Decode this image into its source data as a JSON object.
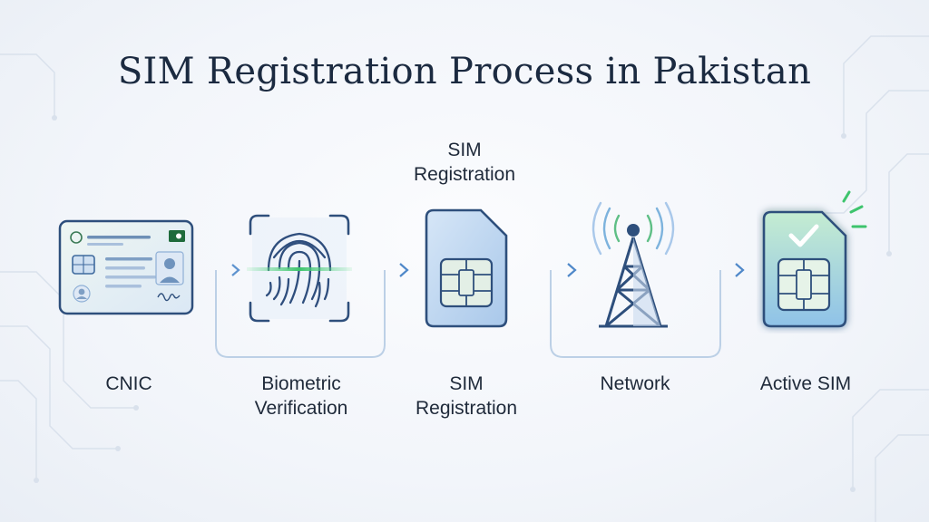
{
  "title": "SIM Registration Process in Pakistan",
  "top_label": [
    "SIM",
    "Registration"
  ],
  "steps": [
    {
      "id": "cnic",
      "label": [
        "CNIC"
      ],
      "icon": "cnic-card-icon"
    },
    {
      "id": "biometric",
      "label": [
        "Biometric",
        "Verification"
      ],
      "icon": "fingerprint-icon"
    },
    {
      "id": "sim",
      "label": [
        "SIM",
        "Registration"
      ],
      "icon": "sim-card-icon"
    },
    {
      "id": "network",
      "label": [
        "Network"
      ],
      "icon": "cell-tower-icon"
    },
    {
      "id": "active",
      "label": [
        "Active SIM"
      ],
      "icon": "active-sim-icon"
    }
  ],
  "colors": {
    "accent_blue": "#3a6aa8",
    "light_blue": "#8fb4dc",
    "green": "#3ec46d",
    "arrow": "#7fa7d6"
  }
}
